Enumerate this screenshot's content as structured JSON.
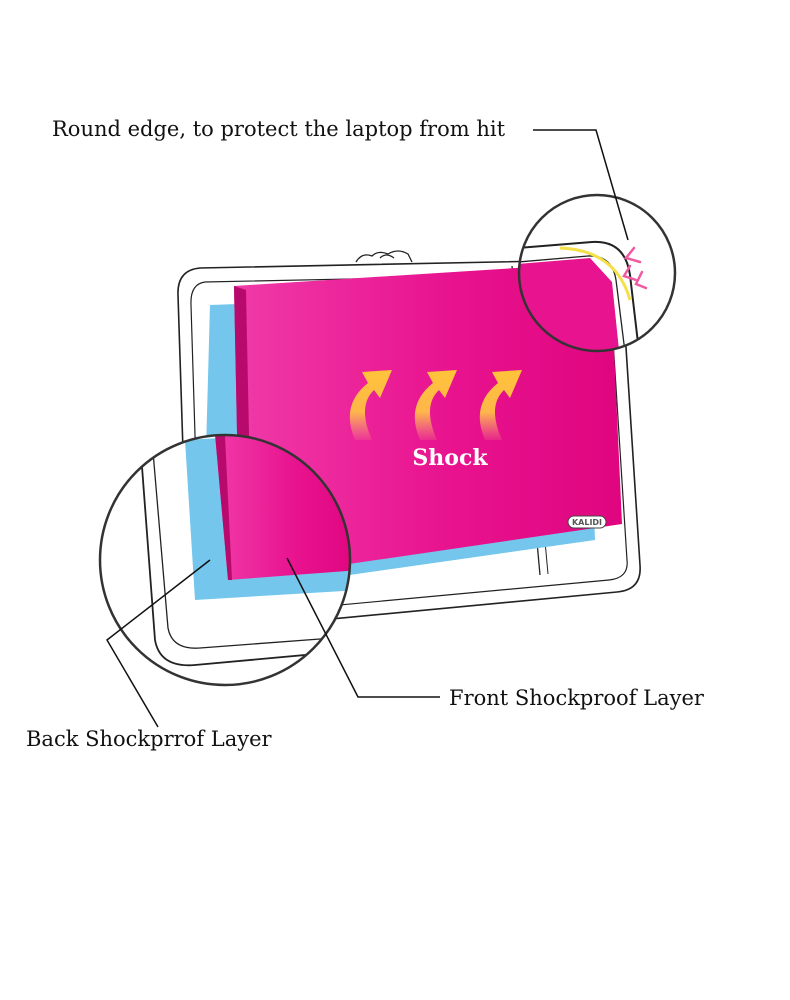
{
  "labels": {
    "round_edge": "Round edge, to protect the laptop from hit",
    "front_layer": "Front Shockproof Layer",
    "back_layer": "Back Shockprrof Layer",
    "shock": "Shock"
  },
  "brand_logo_text": "KALIDI",
  "colors": {
    "front_layer": "#e8138f",
    "back_layer": "#74c6ec",
    "arrow_start": "#ffc43a",
    "arrow_end": "#f5a47a",
    "edge_highlight": "#f6e04a",
    "impact_arrows": "#f05aa0",
    "outline": "#222222"
  },
  "icons": {
    "shock_arrows": "curved-arrow-icon",
    "edge_impact": "double-chevron-icon"
  }
}
